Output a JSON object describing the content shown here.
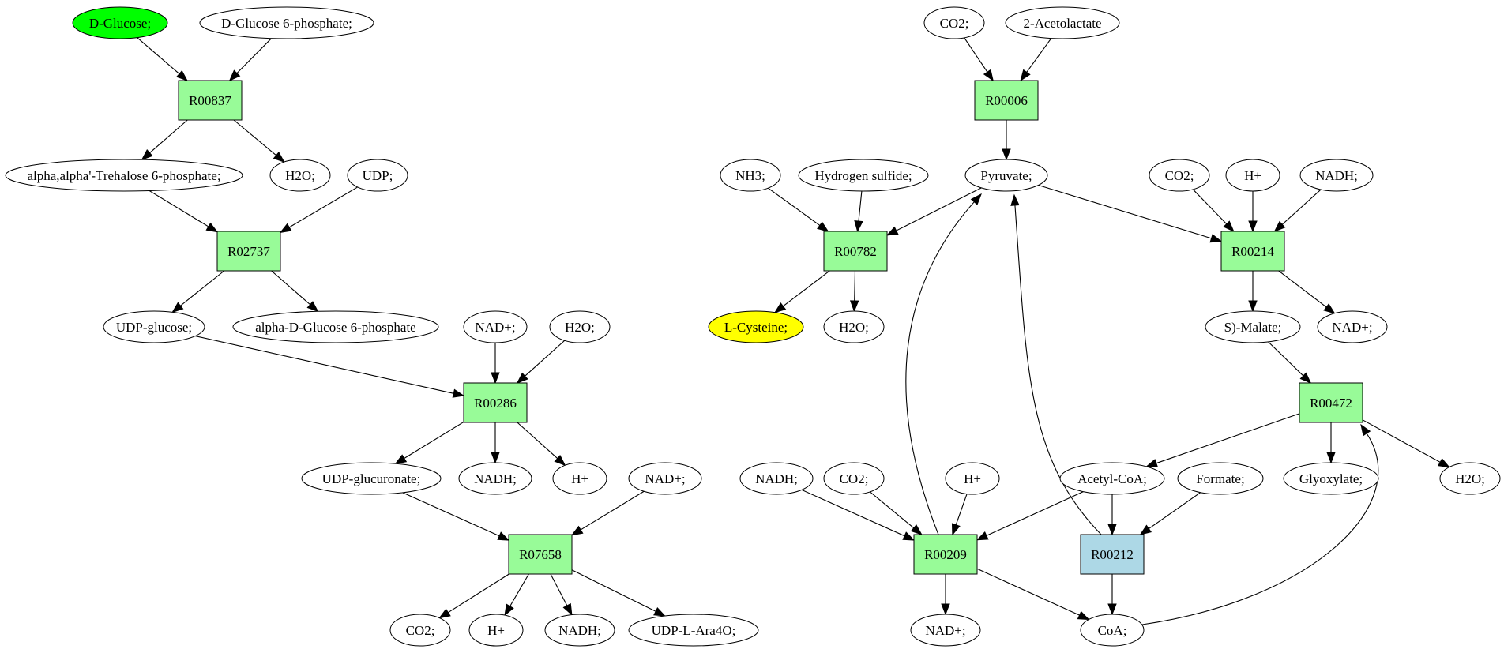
{
  "colors": {
    "reaction": "#98fb98",
    "reaction_alt": "#add8e6",
    "start": "#00ff00",
    "target": "#ffff00",
    "default": "#ffffff"
  },
  "nodes": [
    {
      "id": "c_dglucose",
      "label": "D-Glucose;",
      "kind": "compound",
      "fill": "#00ff00"
    },
    {
      "id": "c_dg6p",
      "label": "D-Glucose 6-phosphate;",
      "kind": "compound"
    },
    {
      "id": "r_r00837",
      "label": "R00837",
      "kind": "reaction"
    },
    {
      "id": "c_trehalose6p",
      "label": "alpha,alpha'-Trehalose 6-phosphate;",
      "kind": "compound"
    },
    {
      "id": "c_h2o_1",
      "label": "H2O;",
      "kind": "compound"
    },
    {
      "id": "c_udp",
      "label": "UDP;",
      "kind": "compound"
    },
    {
      "id": "r_r02737",
      "label": "R02737",
      "kind": "reaction"
    },
    {
      "id": "c_udpglucose",
      "label": "UDP-glucose;",
      "kind": "compound"
    },
    {
      "id": "c_adg6p",
      "label": "alpha-D-Glucose 6-phosphate",
      "kind": "compound"
    },
    {
      "id": "c_nadp_1",
      "label": "NAD+;",
      "kind": "compound"
    },
    {
      "id": "c_h2o_2",
      "label": "H2O;",
      "kind": "compound"
    },
    {
      "id": "r_r00286",
      "label": "R00286",
      "kind": "reaction"
    },
    {
      "id": "c_udpglucuronate",
      "label": "UDP-glucuronate;",
      "kind": "compound"
    },
    {
      "id": "c_nadh_1",
      "label": "NADH;",
      "kind": "compound"
    },
    {
      "id": "c_hplus_1",
      "label": "H+",
      "kind": "compound"
    },
    {
      "id": "c_nadp_2",
      "label": "NAD+;",
      "kind": "compound"
    },
    {
      "id": "r_r07658",
      "label": "R07658",
      "kind": "reaction"
    },
    {
      "id": "c_co2_1",
      "label": "CO2;",
      "kind": "compound"
    },
    {
      "id": "c_hplus_2",
      "label": "H+",
      "kind": "compound"
    },
    {
      "id": "c_nadh_2",
      "label": "NADH;",
      "kind": "compound"
    },
    {
      "id": "c_udplara4o",
      "label": "UDP-L-Ara4O;",
      "kind": "compound"
    },
    {
      "id": "c_co2_2",
      "label": "CO2;",
      "kind": "compound"
    },
    {
      "id": "c_acetolactate",
      "label": "2-Acetolactate",
      "kind": "compound"
    },
    {
      "id": "r_r00006",
      "label": "R00006",
      "kind": "reaction"
    },
    {
      "id": "c_nh3",
      "label": "NH3;",
      "kind": "compound"
    },
    {
      "id": "c_h2s",
      "label": "Hydrogen sulfide;",
      "kind": "compound"
    },
    {
      "id": "c_pyruvate",
      "label": "Pyruvate;",
      "kind": "compound"
    },
    {
      "id": "c_co2_3",
      "label": "CO2;",
      "kind": "compound"
    },
    {
      "id": "c_hplus_3",
      "label": "H+",
      "kind": "compound"
    },
    {
      "id": "c_nadh_3",
      "label": "NADH;",
      "kind": "compound"
    },
    {
      "id": "r_r00782",
      "label": "R00782",
      "kind": "reaction"
    },
    {
      "id": "r_r00214",
      "label": "R00214",
      "kind": "reaction"
    },
    {
      "id": "c_lcysteine",
      "label": "L-Cysteine;",
      "kind": "compound",
      "fill": "#ffff00"
    },
    {
      "id": "c_h2o_3",
      "label": "H2O;",
      "kind": "compound"
    },
    {
      "id": "c_smalate",
      "label": "S)-Malate;",
      "kind": "compound"
    },
    {
      "id": "c_nadp_3",
      "label": "NAD+;",
      "kind": "compound"
    },
    {
      "id": "r_r00472",
      "label": "R00472",
      "kind": "reaction"
    },
    {
      "id": "c_nadh_4",
      "label": "NADH;",
      "kind": "compound"
    },
    {
      "id": "c_co2_4",
      "label": "CO2;",
      "kind": "compound"
    },
    {
      "id": "c_hplus_4",
      "label": "H+",
      "kind": "compound"
    },
    {
      "id": "c_acetylcoa",
      "label": "Acetyl-CoA;",
      "kind": "compound"
    },
    {
      "id": "c_formate",
      "label": "Formate;",
      "kind": "compound"
    },
    {
      "id": "c_glyoxylate",
      "label": "Glyoxylate;",
      "kind": "compound"
    },
    {
      "id": "c_h2o_4",
      "label": "H2O;",
      "kind": "compound"
    },
    {
      "id": "r_r00209",
      "label": "R00209",
      "kind": "reaction"
    },
    {
      "id": "r_r00212",
      "label": "R00212",
      "kind": "reaction",
      "fill": "#add8e6"
    },
    {
      "id": "c_nadp_4",
      "label": "NAD+;",
      "kind": "compound"
    },
    {
      "id": "c_coa",
      "label": "CoA;",
      "kind": "compound"
    }
  ],
  "edges": [
    {
      "from": "c_dglucose",
      "to": "r_r00837"
    },
    {
      "from": "c_dg6p",
      "to": "r_r00837"
    },
    {
      "from": "r_r00837",
      "to": "c_trehalose6p"
    },
    {
      "from": "r_r00837",
      "to": "c_h2o_1"
    },
    {
      "from": "c_trehalose6p",
      "to": "r_r02737"
    },
    {
      "from": "c_udp",
      "to": "r_r02737"
    },
    {
      "from": "r_r02737",
      "to": "c_udpglucose"
    },
    {
      "from": "r_r02737",
      "to": "c_adg6p"
    },
    {
      "from": "c_udpglucose",
      "to": "r_r00286"
    },
    {
      "from": "c_nadp_1",
      "to": "r_r00286"
    },
    {
      "from": "c_h2o_2",
      "to": "r_r00286"
    },
    {
      "from": "r_r00286",
      "to": "c_udpglucuronate"
    },
    {
      "from": "r_r00286",
      "to": "c_nadh_1"
    },
    {
      "from": "r_r00286",
      "to": "c_hplus_1"
    },
    {
      "from": "c_udpglucuronate",
      "to": "r_r07658"
    },
    {
      "from": "c_nadp_2",
      "to": "r_r07658"
    },
    {
      "from": "r_r07658",
      "to": "c_co2_1"
    },
    {
      "from": "r_r07658",
      "to": "c_hplus_2"
    },
    {
      "from": "r_r07658",
      "to": "c_nadh_2"
    },
    {
      "from": "r_r07658",
      "to": "c_udplara4o"
    },
    {
      "from": "c_co2_2",
      "to": "r_r00006"
    },
    {
      "from": "c_acetolactate",
      "to": "r_r00006"
    },
    {
      "from": "r_r00006",
      "to": "c_pyruvate"
    },
    {
      "from": "c_nh3",
      "to": "r_r00782"
    },
    {
      "from": "c_h2s",
      "to": "r_r00782"
    },
    {
      "from": "c_pyruvate",
      "to": "r_r00782"
    },
    {
      "from": "r_r00782",
      "to": "c_lcysteine"
    },
    {
      "from": "r_r00782",
      "to": "c_h2o_3"
    },
    {
      "from": "c_pyruvate",
      "to": "r_r00214"
    },
    {
      "from": "c_co2_3",
      "to": "r_r00214"
    },
    {
      "from": "c_hplus_3",
      "to": "r_r00214"
    },
    {
      "from": "c_nadh_3",
      "to": "r_r00214"
    },
    {
      "from": "r_r00214",
      "to": "c_smalate"
    },
    {
      "from": "r_r00214",
      "to": "c_nadp_3"
    },
    {
      "from": "c_smalate",
      "to": "r_r00472"
    },
    {
      "from": "r_r00472",
      "to": "c_acetylcoa"
    },
    {
      "from": "r_r00472",
      "to": "c_glyoxylate"
    },
    {
      "from": "r_r00472",
      "to": "c_h2o_4"
    },
    {
      "from": "c_coa",
      "to": "r_r00472"
    },
    {
      "from": "c_nadh_4",
      "to": "r_r00209"
    },
    {
      "from": "c_co2_4",
      "to": "r_r00209"
    },
    {
      "from": "c_hplus_4",
      "to": "r_r00209"
    },
    {
      "from": "c_acetylcoa",
      "to": "r_r00209"
    },
    {
      "from": "r_r00209",
      "to": "c_pyruvate"
    },
    {
      "from": "r_r00209",
      "to": "c_nadp_4"
    },
    {
      "from": "r_r00209",
      "to": "c_coa"
    },
    {
      "from": "c_acetylcoa",
      "to": "r_r00212"
    },
    {
      "from": "c_formate",
      "to": "r_r00212"
    },
    {
      "from": "r_r00212",
      "to": "c_pyruvate"
    },
    {
      "from": "r_r00212",
      "to": "c_coa"
    }
  ]
}
